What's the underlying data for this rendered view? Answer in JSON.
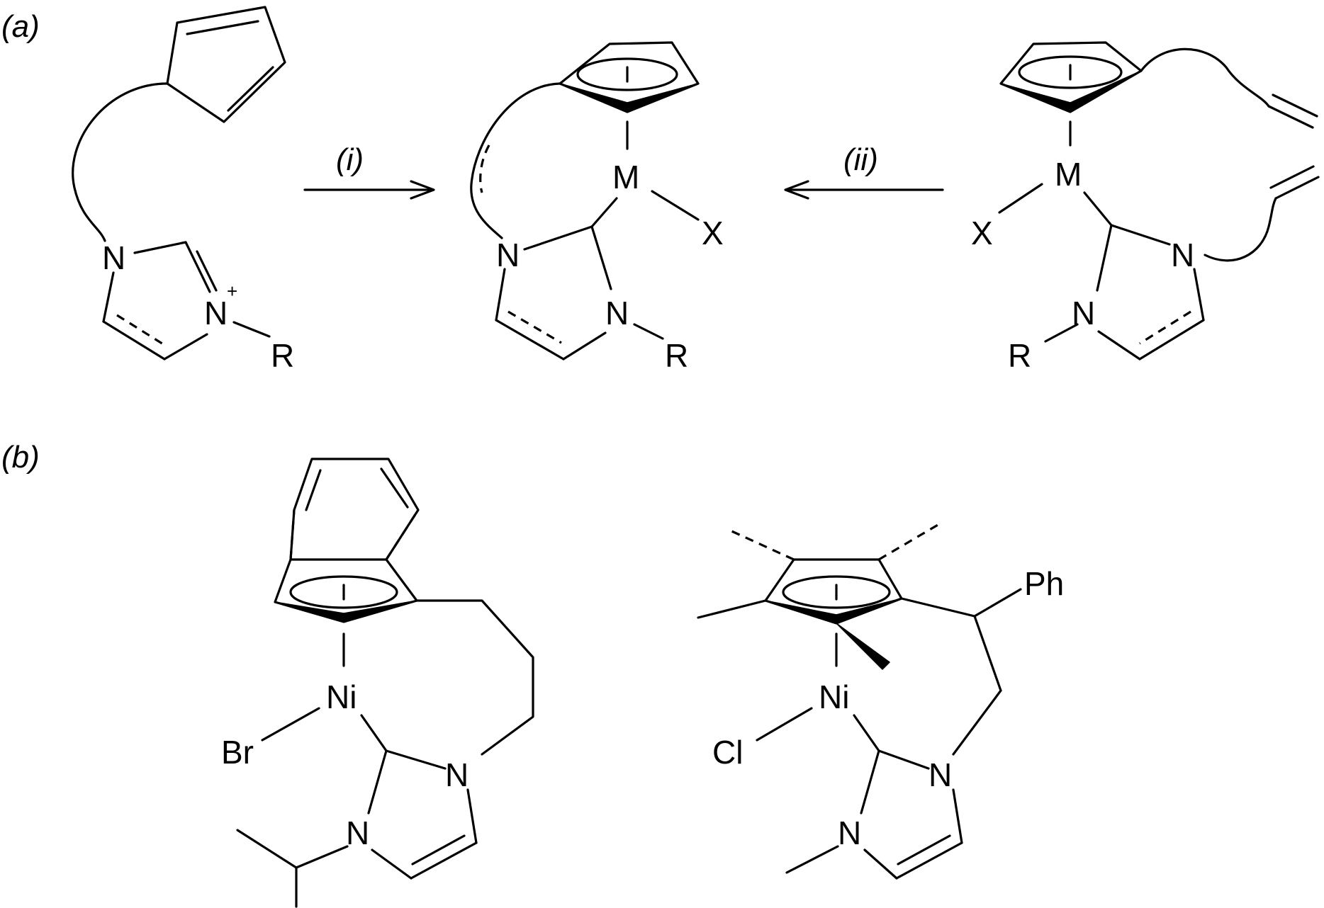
{
  "panels": {
    "a": "(a)",
    "b": "(b)"
  },
  "steps": {
    "i": "(i)",
    "ii": "(ii)"
  },
  "atoms": {
    "N": "N",
    "R": "R",
    "M": "M",
    "X": "X",
    "Ni": "Ni",
    "Br": "Br",
    "Cl": "Cl",
    "Ph": "Ph",
    "plus": "+"
  },
  "colors": {
    "ink": "#000000",
    "background": "#ffffff"
  }
}
